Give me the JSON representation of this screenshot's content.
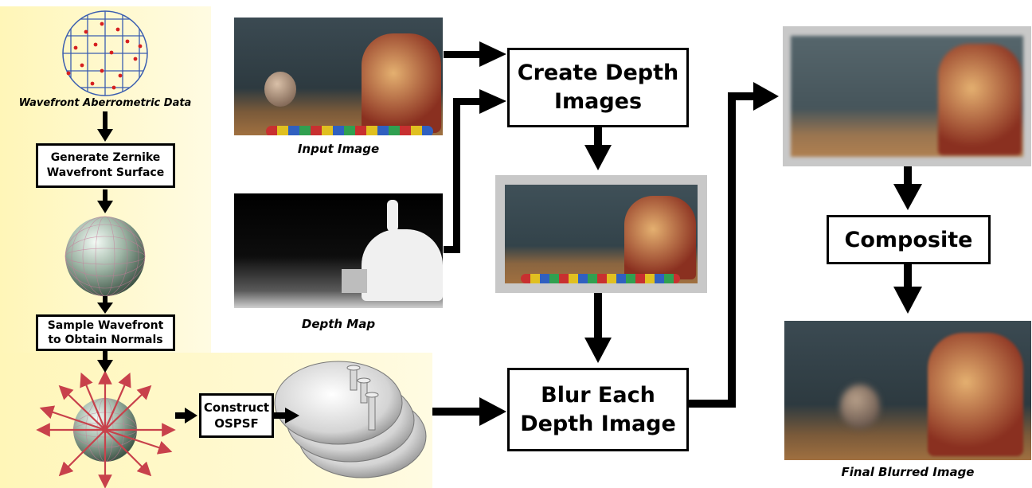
{
  "colors": {
    "panel_bg": "#fdf7c0",
    "arrow": "#000000",
    "box_border": "#000000",
    "normal_arrow": "#c8414b"
  },
  "left_pipeline": {
    "wavefront_label": "Wavefront Aberrometric Data",
    "zernike_box": [
      "Generate Zernike",
      "Wavefront Surface"
    ],
    "sample_box": [
      "Sample Wavefront",
      "to Obtain Normals"
    ],
    "ospsf_box": [
      "Construct",
      "OSPSF"
    ]
  },
  "images": {
    "input_label": "Input Image",
    "depth_label": "Depth Map",
    "final_label": "Final Blurred Image"
  },
  "process_boxes": {
    "create_depth": [
      "Create Depth",
      "Images"
    ],
    "blur_each": [
      "Blur Each",
      "Depth Image"
    ],
    "composite": "Composite"
  }
}
